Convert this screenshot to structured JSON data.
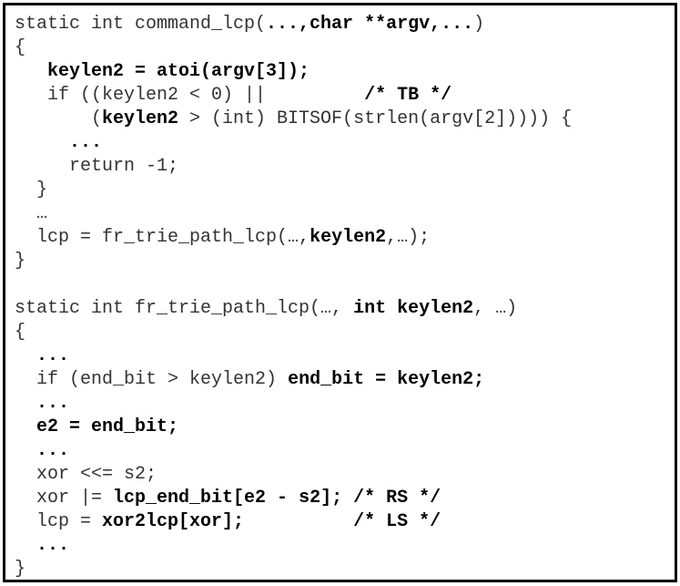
{
  "code": {
    "lines": [
      [
        {
          "t": "static int command_lcp(",
          "b": false
        },
        {
          "t": "...,char **argv,...",
          "b": true
        },
        {
          "t": ")",
          "b": false
        }
      ],
      [
        {
          "t": "{",
          "b": false
        }
      ],
      [
        {
          "t": "   ",
          "b": false
        },
        {
          "t": "keylen2 = atoi(argv[3]);",
          "b": true
        }
      ],
      [
        {
          "t": "   if ((keylen2 < 0) ||         ",
          "b": false
        },
        {
          "t": "/* TB */",
          "b": true
        }
      ],
      [
        {
          "t": "       (",
          "b": false
        },
        {
          "t": "keylen2",
          "b": true
        },
        {
          "t": " > (int) BITSOF(strlen(argv[2])))) {",
          "b": false
        }
      ],
      [
        {
          "t": "     ",
          "b": false
        },
        {
          "t": "...",
          "b": true
        }
      ],
      [
        {
          "t": "     return -1;",
          "b": false
        }
      ],
      [
        {
          "t": "  }",
          "b": false
        }
      ],
      [
        {
          "t": "  …",
          "b": false
        }
      ],
      [
        {
          "t": "  lcp = fr_trie_path_lcp(…,",
          "b": false
        },
        {
          "t": "keylen2",
          "b": true
        },
        {
          "t": ",…);",
          "b": false
        }
      ],
      [
        {
          "t": "}",
          "b": false
        }
      ],
      [
        {
          "t": "",
          "b": false
        }
      ],
      [
        {
          "t": "static int fr_trie_path_lcp(…, ",
          "b": false
        },
        {
          "t": "int keylen2",
          "b": true
        },
        {
          "t": ", …)",
          "b": false
        }
      ],
      [
        {
          "t": "{",
          "b": false
        }
      ],
      [
        {
          "t": "  ",
          "b": false
        },
        {
          "t": "...",
          "b": true
        }
      ],
      [
        {
          "t": "  if (end_bit > keylen2) ",
          "b": false
        },
        {
          "t": "end_bit = keylen2;",
          "b": true
        }
      ],
      [
        {
          "t": "  ",
          "b": false
        },
        {
          "t": "...",
          "b": true
        }
      ],
      [
        {
          "t": "  ",
          "b": false
        },
        {
          "t": "e2 = end_bit;",
          "b": true
        }
      ],
      [
        {
          "t": "  ",
          "b": false
        },
        {
          "t": "...",
          "b": true
        }
      ],
      [
        {
          "t": "  xor <<= s2;",
          "b": false
        }
      ],
      [
        {
          "t": "  xor |= ",
          "b": false
        },
        {
          "t": "lcp_end_bit[e2 - s2]; /* RS */",
          "b": true
        }
      ],
      [
        {
          "t": "  lcp = ",
          "b": false
        },
        {
          "t": "xor2lcp[xor];",
          "b": true
        },
        {
          "t": "          ",
          "b": false
        },
        {
          "t": "/* LS */",
          "b": true
        }
      ],
      [
        {
          "t": "  ",
          "b": false
        },
        {
          "t": "...",
          "b": true
        }
      ],
      [
        {
          "t": "}",
          "b": false
        }
      ]
    ]
  }
}
